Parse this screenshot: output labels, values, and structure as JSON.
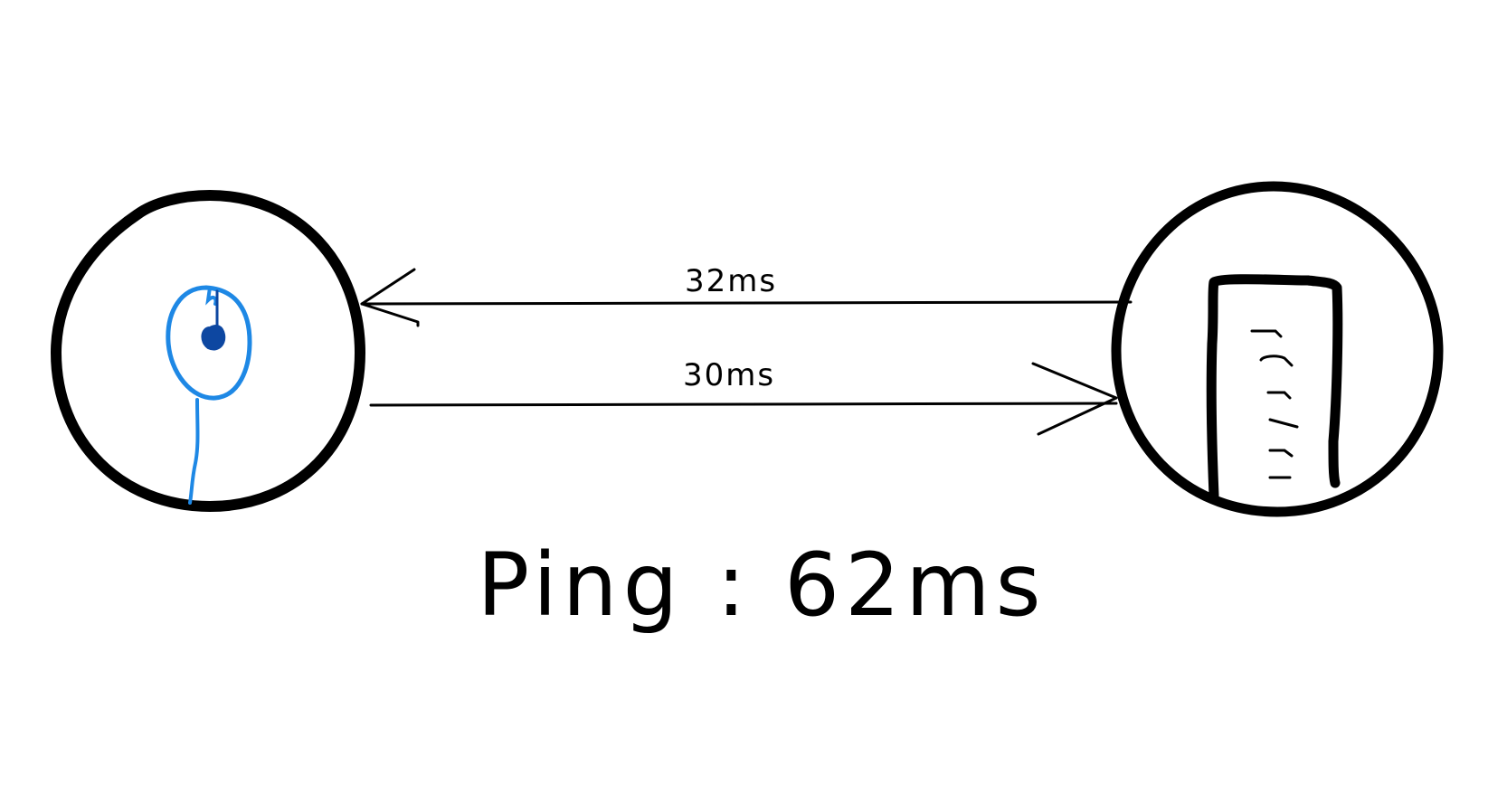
{
  "diagram": {
    "upper_latency": "32ms",
    "lower_latency": "30ms",
    "ping_text": "Ping : 62ms"
  },
  "colors": {
    "ink": "#000000",
    "client_icon": "#1e88e5",
    "client_icon_dot": "#0d47a1",
    "background": "#ffffff"
  },
  "icons": {
    "client": "mouse-icon",
    "server": "server-tower-icon"
  }
}
